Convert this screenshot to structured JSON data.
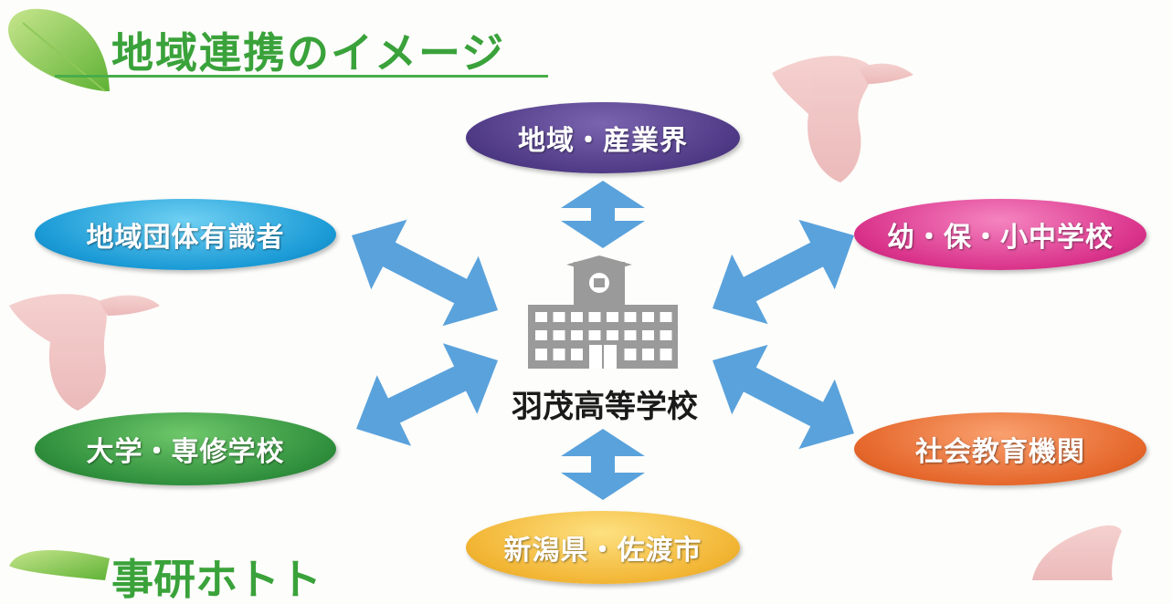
{
  "heading": "地域連携のイメージ",
  "bottom_heading": "事研ホトト",
  "center": {
    "label": "羽茂高等学校",
    "icon": "school-building-icon"
  },
  "nodes": {
    "top": {
      "label": "地域・産業界",
      "color": "#4f3a86"
    },
    "upper_left": {
      "label": "地域団体有識者",
      "color": "#1a9ad6"
    },
    "upper_right": {
      "label": "幼・保・小中学校",
      "color": "#d9328a"
    },
    "lower_left": {
      "label": "大学・専修学校",
      "color": "#2f8f3c"
    },
    "lower_right": {
      "label": "社会教育機関",
      "color": "#e5672b"
    },
    "bottom": {
      "label": "新潟県・佐渡市",
      "color": "#f2b534"
    }
  },
  "colors": {
    "arrow": "#5aa2dc",
    "heading_green": "#3aa23a",
    "bird": "#eec0bf",
    "leaf": "#7cc243"
  },
  "icons": [
    "leaf-icon",
    "bird-icon",
    "double-arrow-icon",
    "school-building-icon"
  ]
}
